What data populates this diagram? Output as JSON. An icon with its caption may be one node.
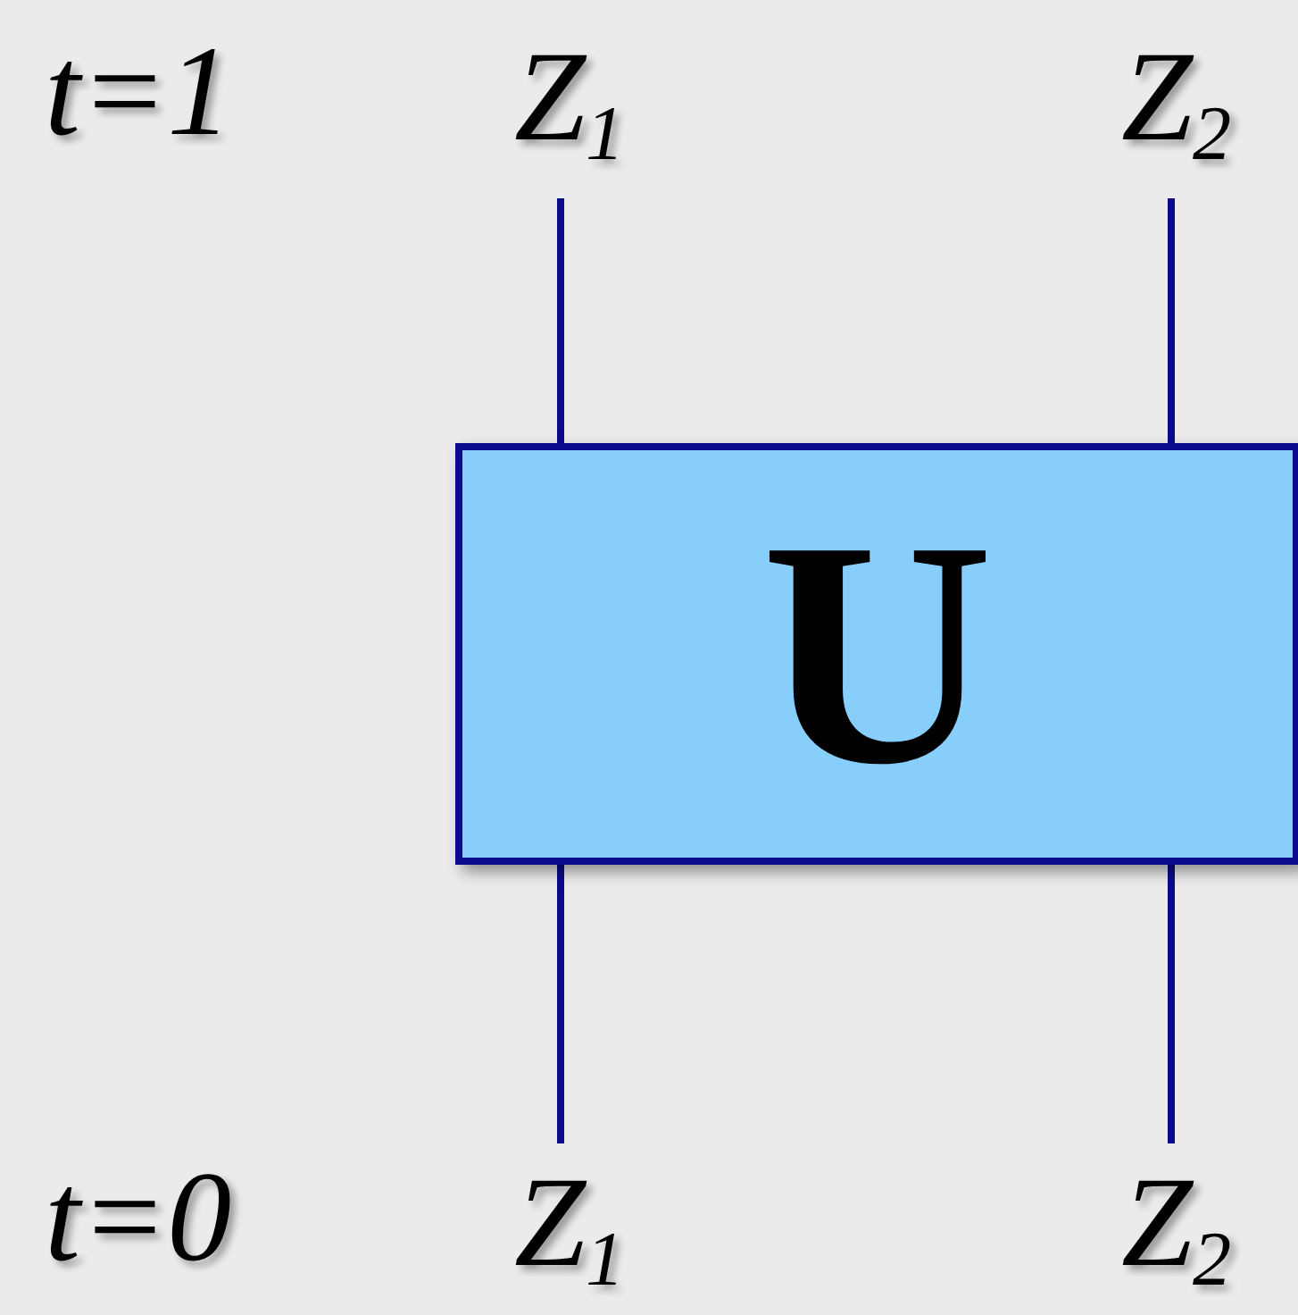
{
  "diagram": {
    "nodes": [
      {
        "text": [
          "Z$_{1}$"
        ]
      },
      {
        "text": [
          "Z$_{2}$"
        ]
      },
      {
        "text": [
          "U"
        ]
      },
      {
        "text": [
          "Z$_{1}$"
        ]
      },
      {
        "text": [
          "Z$_{2}$"
        ]
      }
    ],
    "edges": [
      {
        "from": 2,
        "to": 0,
        "arrow": "none"
      },
      {
        "from": 2,
        "to": 1,
        "arrow": "none"
      },
      {
        "from": 3,
        "to": 2,
        "arrow": "none"
      },
      {
        "from": 4,
        "to": 2,
        "arrow": "none"
      }
    ],
    "labels": [
      "t=1",
      "t=0"
    ]
  }
}
